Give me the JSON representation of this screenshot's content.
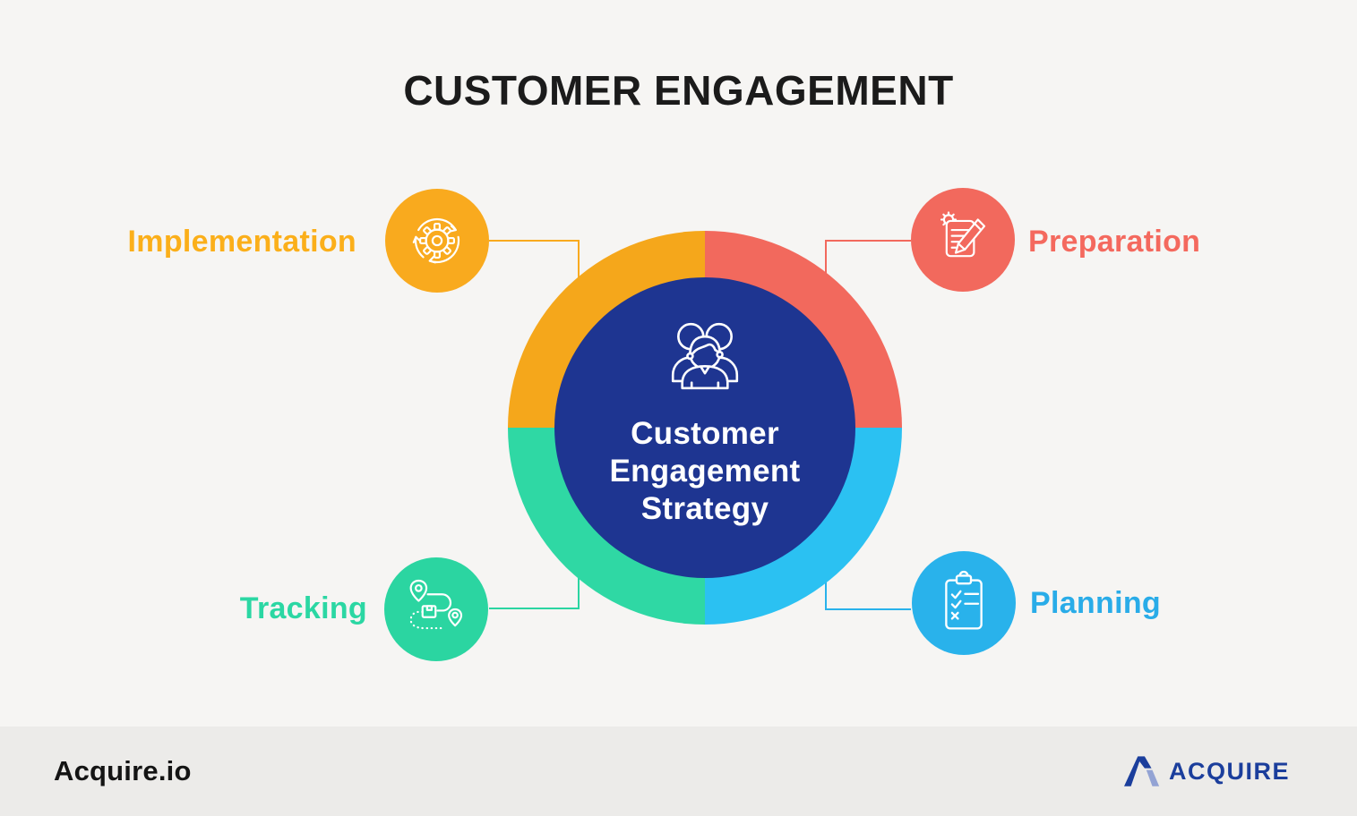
{
  "title": "CUSTOMER ENGAGEMENT",
  "center": {
    "icon": "people-group-icon",
    "lines": [
      "Customer",
      "Engagement",
      "Strategy"
    ],
    "color": "#1E3591",
    "text_color": "#FFFFFF"
  },
  "nodes": [
    {
      "id": "implementation",
      "label": "Implementation",
      "color": "#F9AA1E",
      "icon": "gear-cycle-icon",
      "position": "top-left"
    },
    {
      "id": "preparation",
      "label": "Preparation",
      "color": "#F2695D",
      "icon": "document-pencil-gear-icon",
      "position": "top-right"
    },
    {
      "id": "tracking",
      "label": "Tracking",
      "color": "#2BD5A1",
      "icon": "route-pins-package-icon",
      "position": "bottom-left"
    },
    {
      "id": "planning",
      "label": "Planning",
      "color": "#29B2EB",
      "icon": "clipboard-checklist-icon",
      "position": "bottom-right"
    }
  ],
  "ring": {
    "quadrant_colors": {
      "top_left": "#F5A71B",
      "top_right": "#F2695D",
      "bottom_right": "#2BC1F2",
      "bottom_left": "#2FD8A4"
    }
  },
  "footer": {
    "brand": "Acquire.io",
    "logo_text": "ACQUIRE",
    "logo_color": "#1B3E9C",
    "logo_accent": "#93A3D4"
  },
  "background": "#F6F5F3",
  "footer_background": "#ECEBE9"
}
